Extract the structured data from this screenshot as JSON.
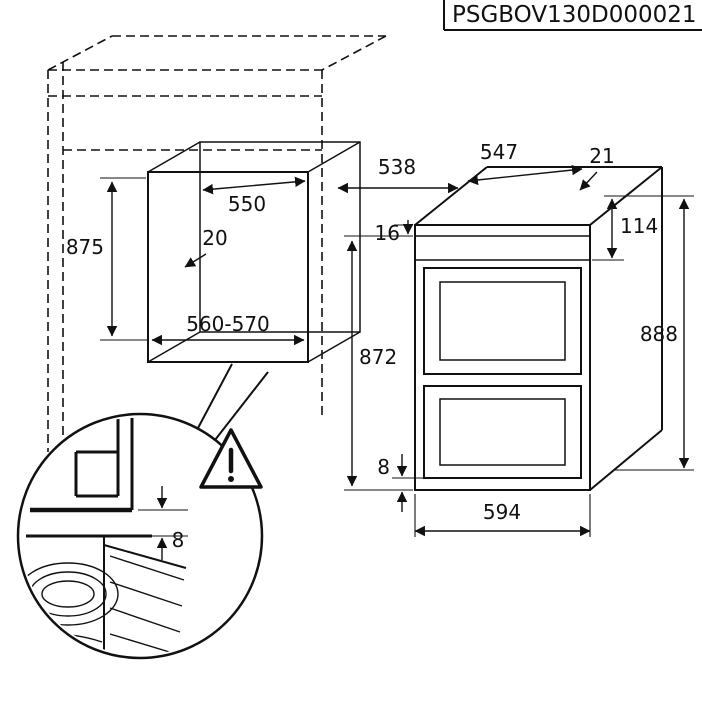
{
  "title": "PSGBOV130D000021",
  "cabinet": {
    "niche_depth": "550",
    "panel_thickness": "20",
    "niche_height": "875",
    "niche_width": "560-570"
  },
  "oven": {
    "top_width": "538",
    "depth": "547",
    "rear_gap": "21",
    "top_inset": "16",
    "panel_height": "114",
    "body_height": "872",
    "total_height": "888",
    "bottom_gap": "8",
    "front_width": "594"
  },
  "detail": {
    "gap": "8"
  }
}
